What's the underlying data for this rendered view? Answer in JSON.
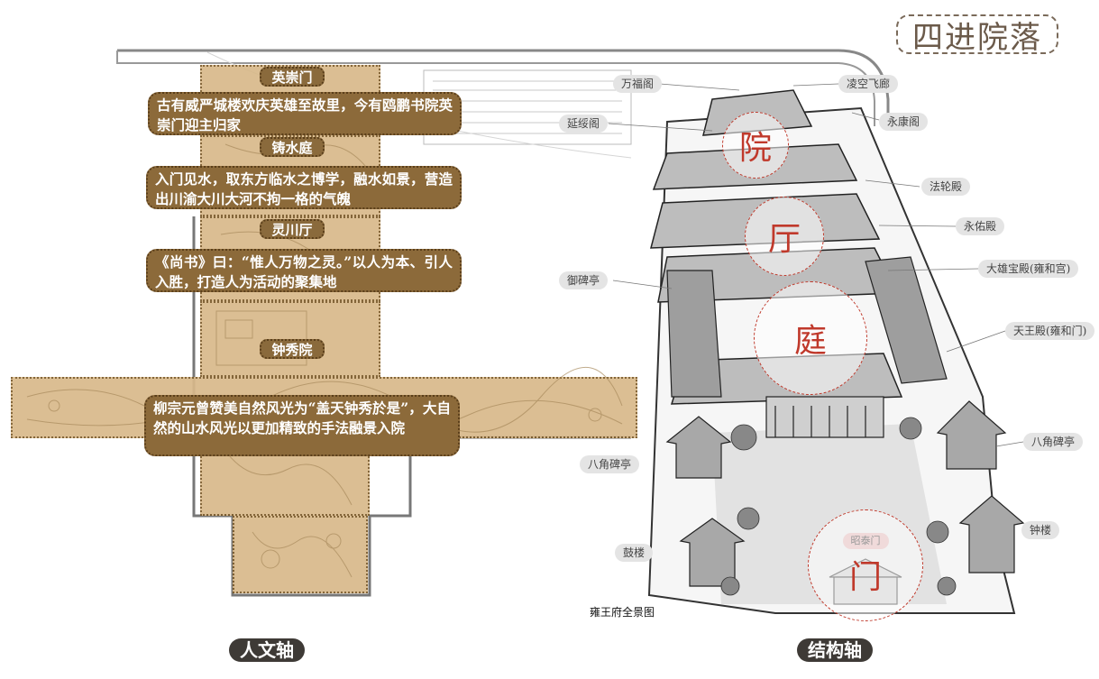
{
  "title": "四进院落",
  "left_axis": {
    "zones": [
      {
        "name": "英崇门",
        "text": "古有威严城楼欢庆英雄至故里，今有鸥鹏书院英崇门迎主归家"
      },
      {
        "name": "铸水庭",
        "text": "入门见水，取东方临水之博学，融水如景，营造出川渝大川大河不拘一格的气魄"
      },
      {
        "name": "灵川厅",
        "text": "《尚书》曰：“惟人万物之灵。”以人为本、引人入胜，打造人为活动的聚集地"
      },
      {
        "name": "钟秀院",
        "text": "柳宗元曾赞美自然风光为“盖天钟秀於是”，大自然的山水风光以更加精致的手法融景入院"
      }
    ],
    "axis_label": "人文轴"
  },
  "right_axis": {
    "buildings": [
      "万福阁",
      "凌空飞廊",
      "延绥阁",
      "永康阁",
      "法轮殿",
      "永佑殿",
      "御碑亭",
      "大雄宝殿(雍和宫)",
      "天王殿(雍和门)",
      "八角碑亭",
      "八角碑亭",
      "鼓楼",
      "钟楼",
      "昭泰门"
    ],
    "circles": [
      "院",
      "厅",
      "庭",
      "门"
    ],
    "caption": "雍王府全景图",
    "axis_label": "结构轴"
  }
}
